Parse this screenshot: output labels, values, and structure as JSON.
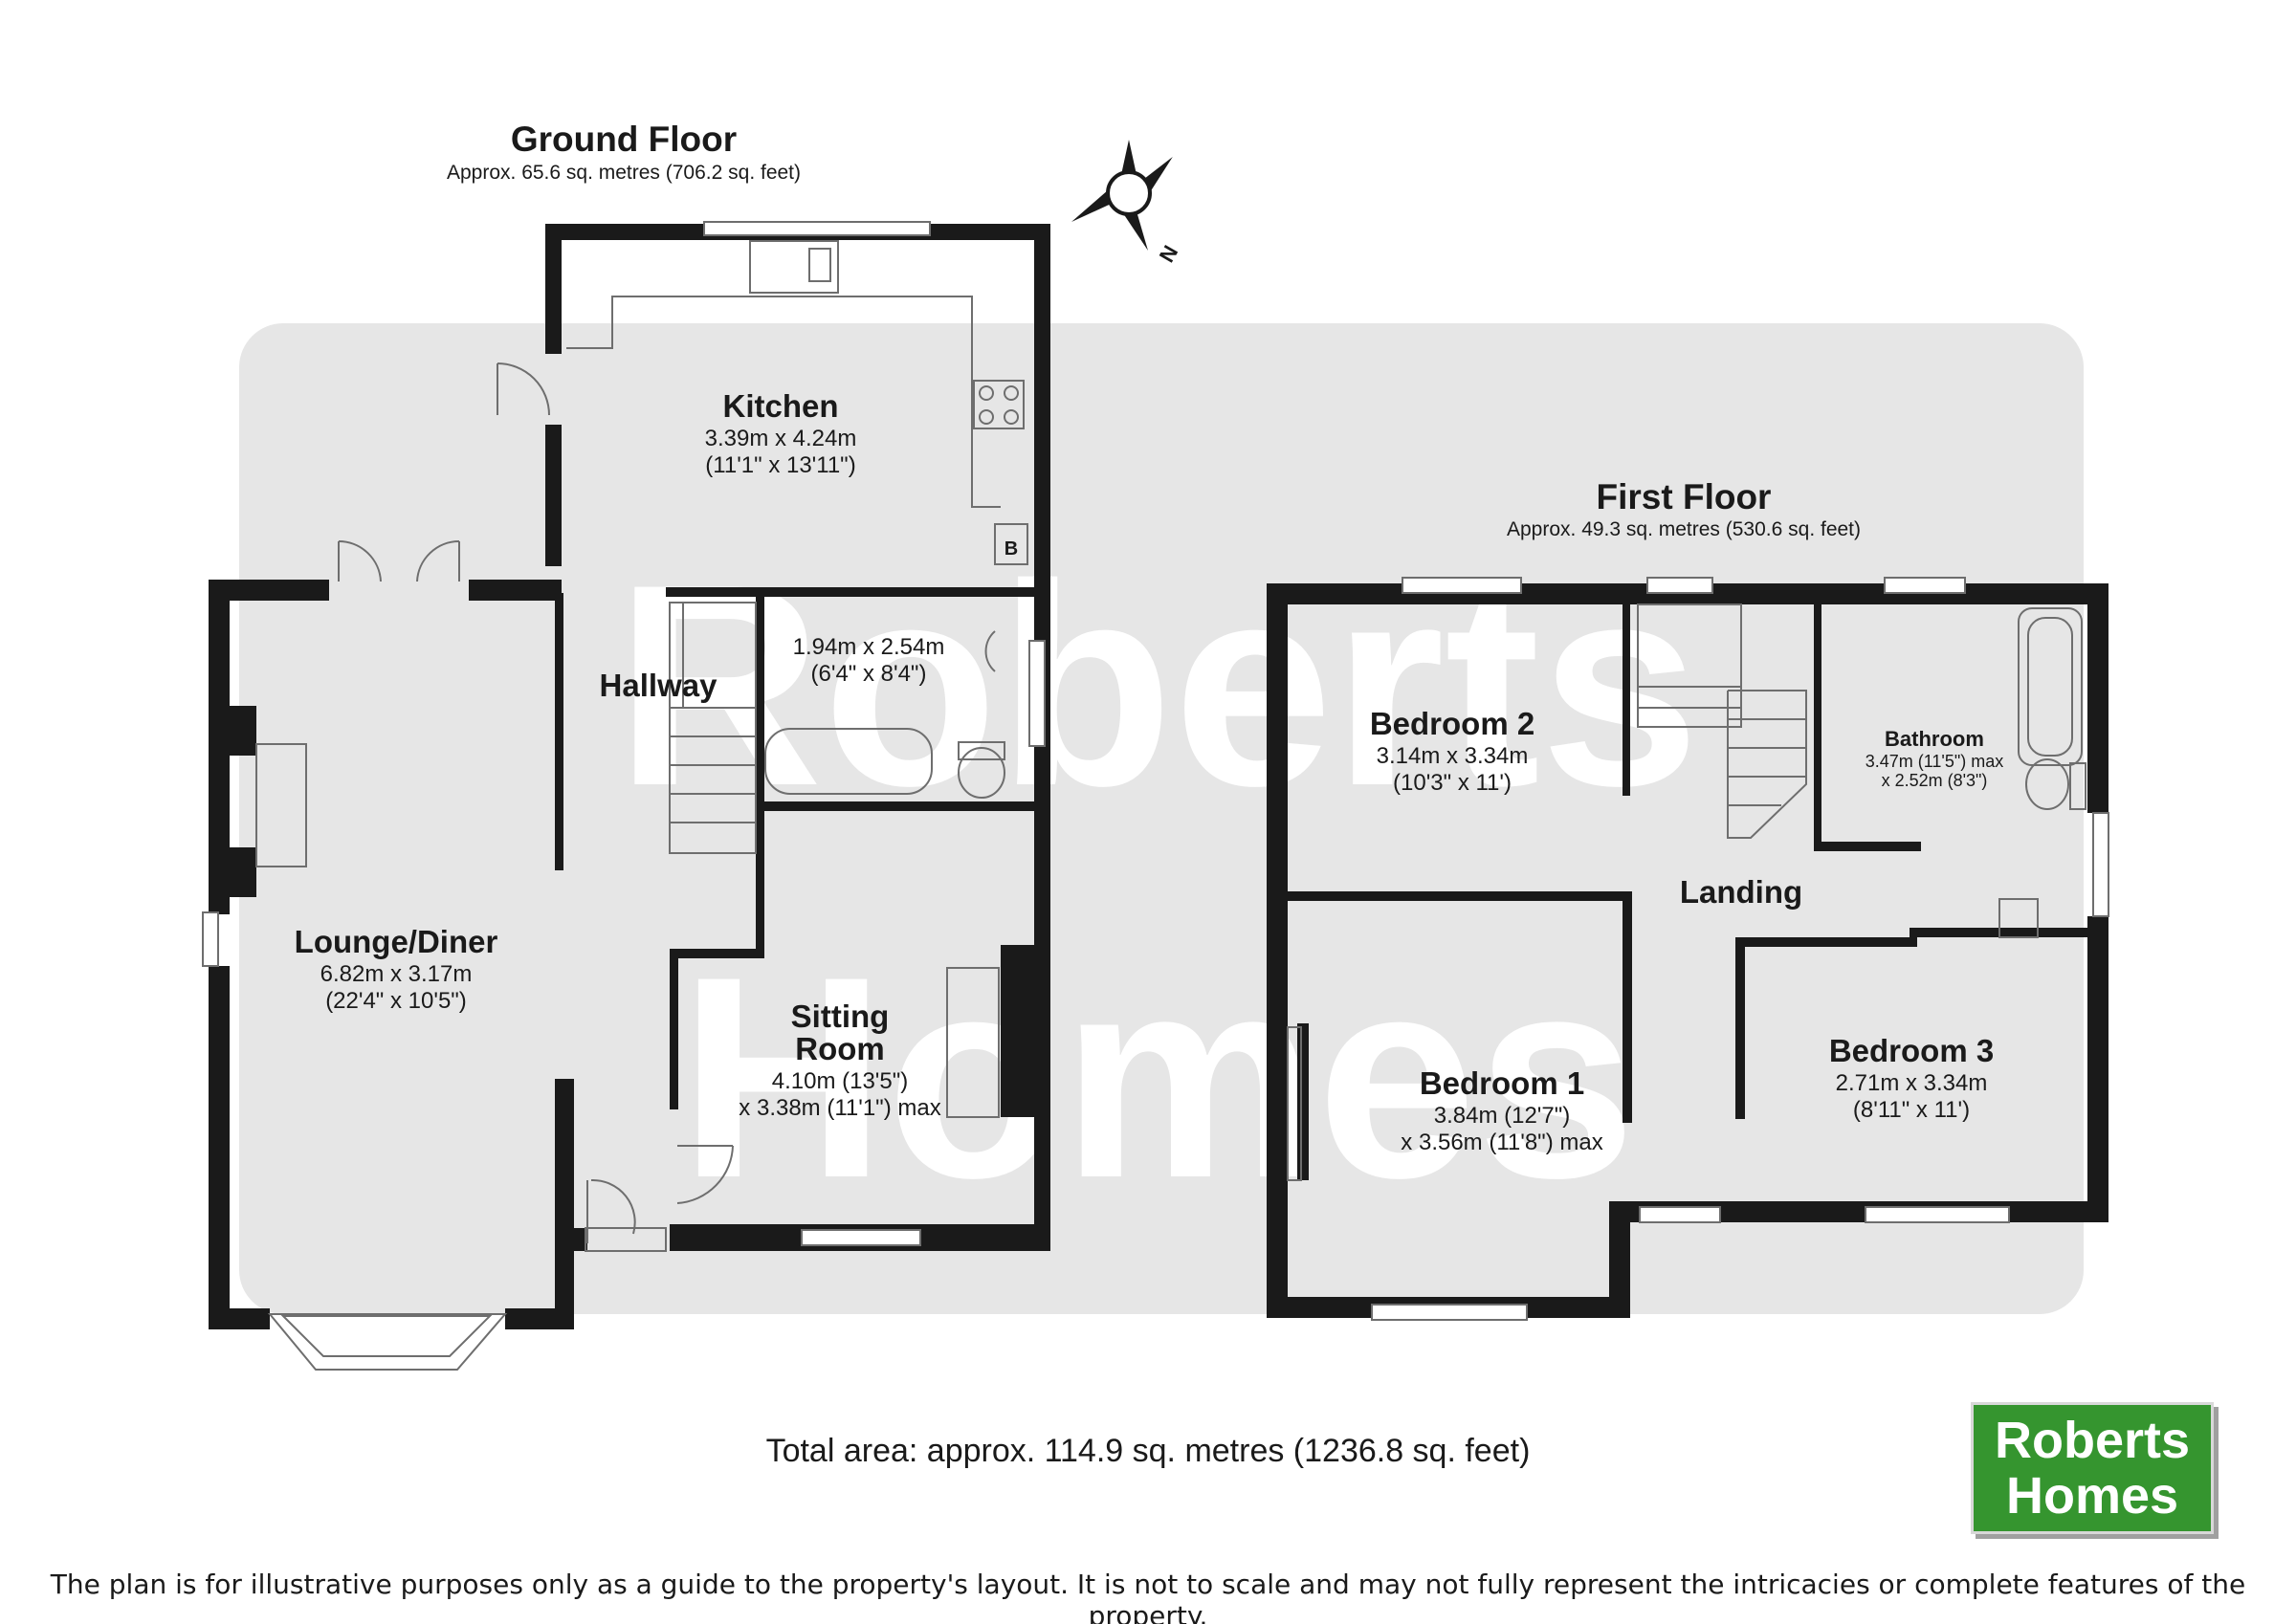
{
  "ground_floor": {
    "title": "Ground Floor",
    "area": "Approx. 65.6 sq. metres (706.2 sq. feet)",
    "rooms": {
      "kitchen": {
        "name": "Kitchen",
        "dim1": "3.39m x 4.24m",
        "dim2": "(11'1\" x 13'11\")"
      },
      "hallway": {
        "name": "Hallway"
      },
      "wc": {
        "dim1": "1.94m x 2.54m",
        "dim2": "(6'4\" x 8'4\")"
      },
      "lounge": {
        "name": "Lounge/Diner",
        "dim1": "6.82m x 3.17m",
        "dim2": "(22'4\" x 10'5\")"
      },
      "sitting": {
        "name_1": "Sitting",
        "name_2": "Room",
        "dim1": "4.10m (13'5\")",
        "dim2": "x 3.38m (11'1\") max"
      }
    },
    "boiler_label": "B"
  },
  "first_floor": {
    "title": "First Floor",
    "area": "Approx. 49.3 sq. metres (530.6 sq. feet)",
    "rooms": {
      "bedroom2": {
        "name": "Bedroom 2",
        "dim1": "3.14m x 3.34m",
        "dim2": "(10'3\" x 11')"
      },
      "bathroom": {
        "name": "Bathroom",
        "dim1": "3.47m (11'5\") max",
        "dim2": "x 2.52m (8'3\")"
      },
      "landing": {
        "name": "Landing"
      },
      "bedroom1": {
        "name": "Bedroom 1",
        "dim1": "3.84m (12'7\")",
        "dim2": "x 3.56m (11'8\") max"
      },
      "bedroom3": {
        "name": "Bedroom 3",
        "dim1": "2.71m x 3.34m",
        "dim2": "(8'11\" x 11')"
      }
    }
  },
  "compass_label": "N",
  "watermark": {
    "line1": "Roberts",
    "line2": "Homes"
  },
  "total_area": "Total area: approx. 114.9 sq. metres (1236.8 sq. feet)",
  "disclaimer": "The plan is for illustrative purposes only as a guide to the property's layout. It is not to scale and may not fully represent the intricacies or complete features of the property.",
  "logo": {
    "line1": "Roberts",
    "line2": "Homes",
    "color": "#35952f"
  },
  "colors": {
    "wall": "#1a1a1a",
    "watermark_panel": "#e6e6e6"
  }
}
